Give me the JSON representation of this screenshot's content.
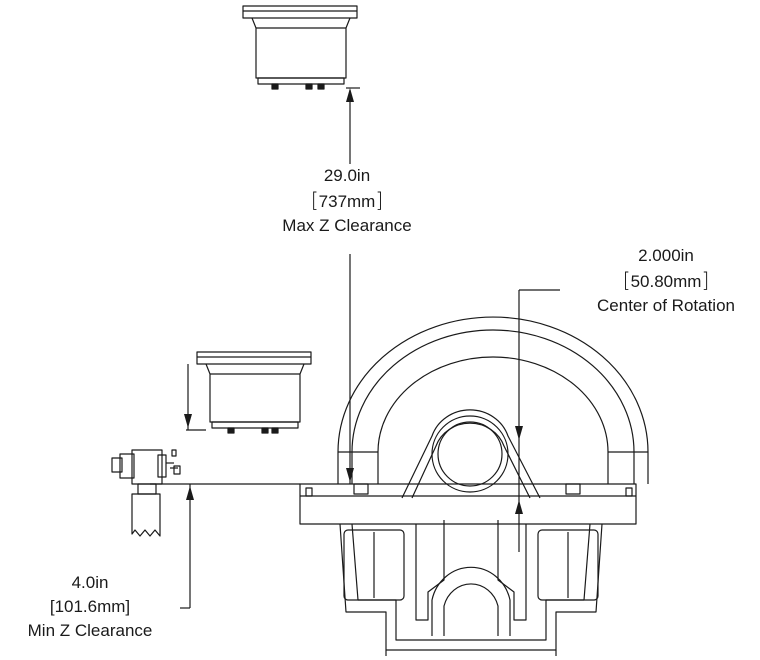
{
  "dimensions": {
    "max_z": {
      "inches": "29.0in",
      "mm_open": "[",
      "mm_value": "737mm",
      "mm_close": "]",
      "caption": "Max Z Clearance"
    },
    "center_of_rotation": {
      "inches": "2.000in",
      "mm_open": "[",
      "mm_value": "50.80mm",
      "mm_close": "]",
      "caption": "Center of Rotation"
    },
    "min_z": {
      "inches": "4.0in",
      "mm": "[101.6mm]",
      "caption": "Min Z Clearance"
    }
  },
  "colors": {
    "line": "#1a1a1a",
    "background": "#ffffff"
  }
}
